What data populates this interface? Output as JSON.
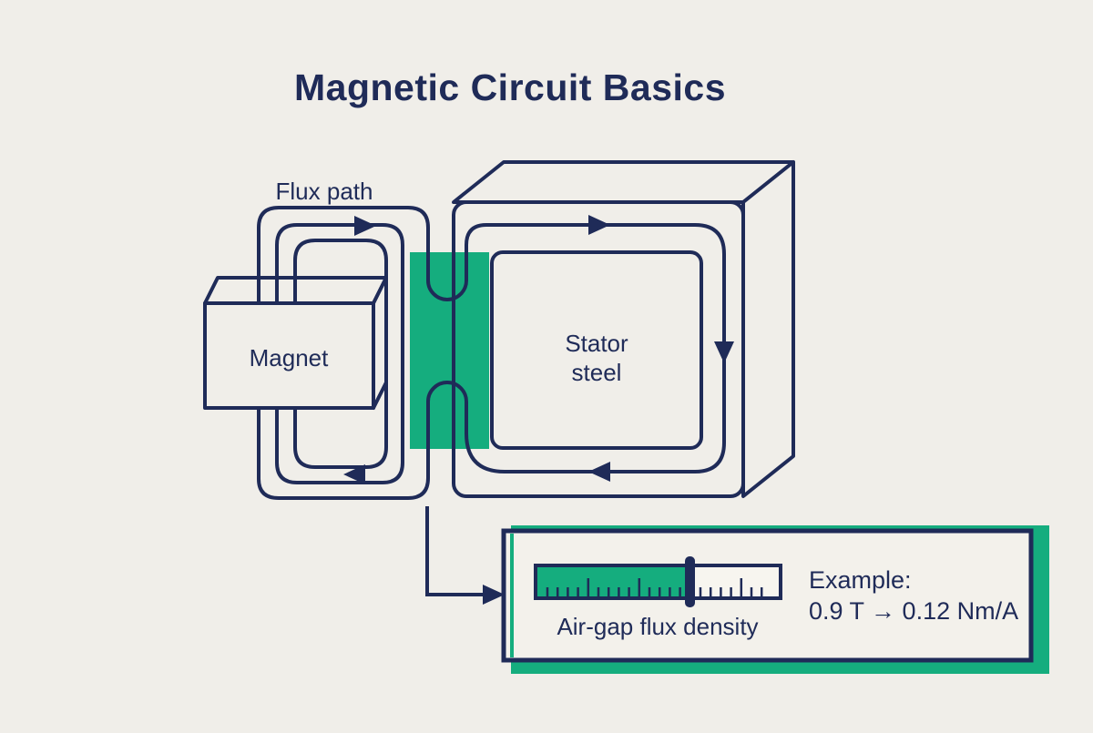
{
  "title": "Magnetic Circuit Basics",
  "diagram": {
    "flux_path_label": "Flux path",
    "magnet_label": "Magnet",
    "stator_label_line1": "Stator",
    "stator_label_line2": "steel",
    "air_gap_highlight": "air gap between magnet and stator"
  },
  "gauge_panel": {
    "gauge_label": "Air-gap flux density",
    "example_heading": "Example:",
    "example_value": "0.9 T → 0.12 Nm/A",
    "flux_density": "0.9 T",
    "torque_constant": "0.12 Nm/A",
    "slider_fill_fraction": 0.63
  },
  "colors": {
    "background": "#f0eee9",
    "line_navy": "#1f2b58",
    "accent_green": "#15ad7e",
    "panel_fill": "#f3f1eb"
  }
}
